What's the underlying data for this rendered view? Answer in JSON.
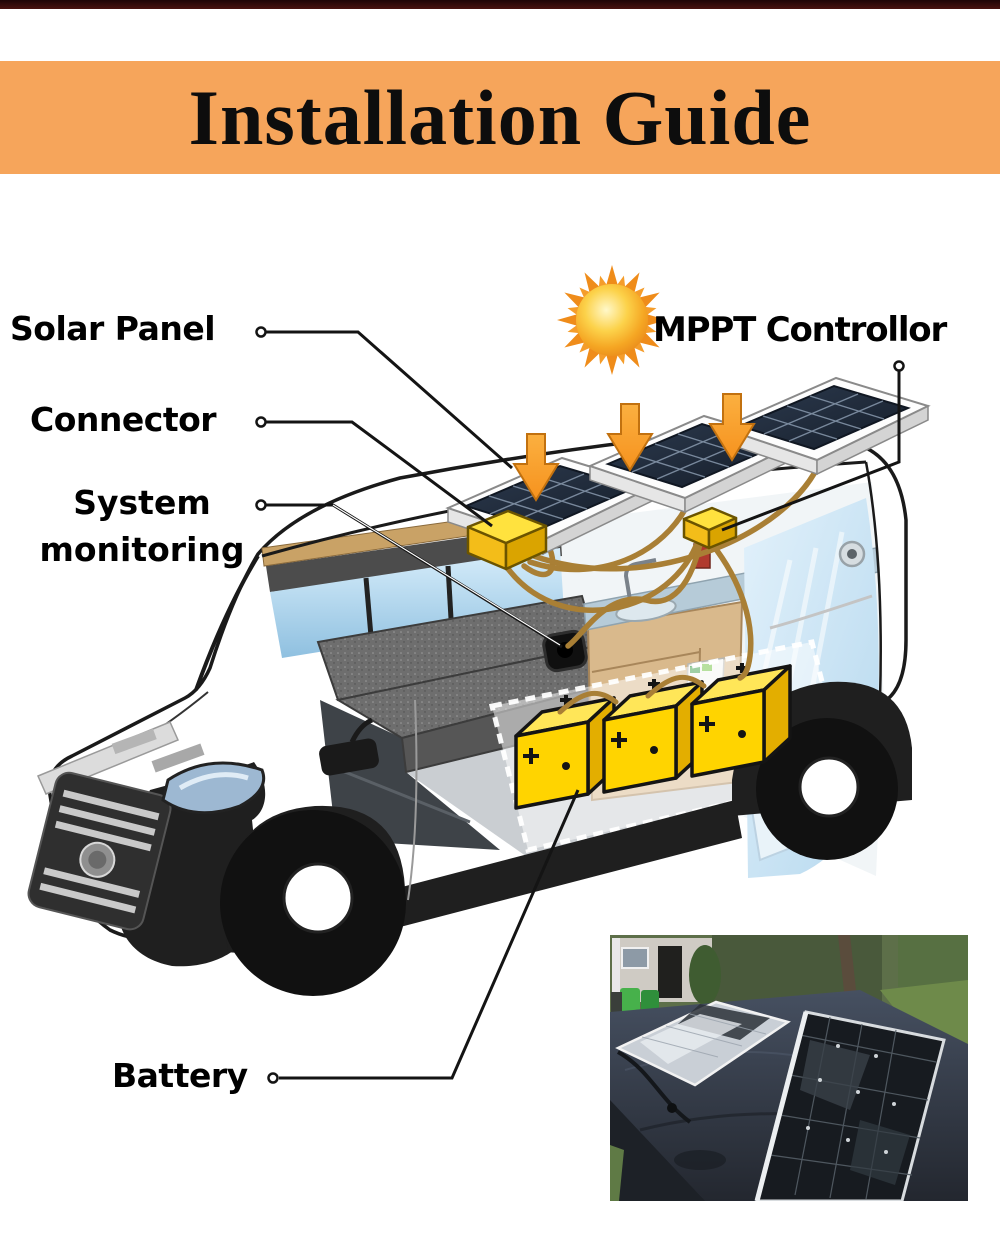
{
  "header": {
    "top_bar_color": "#2b0709",
    "banner": {
      "label": "Installation Guide",
      "bg_color": "#f6a55b",
      "text_color": "#0d0d0d"
    }
  },
  "labels": {
    "solar_panel": "Solar Panel",
    "connector": "Connector",
    "system_monitoring": {
      "line1": "System",
      "line2": "monitoring"
    },
    "mppt_controller": "MPPT Controllor",
    "battery": "Battery"
  },
  "diagram": {
    "solar_panel_count": 3,
    "battery_count": 3,
    "icons": [
      "sun-icon",
      "down-arrow-icon"
    ],
    "colors": {
      "banner_orange": "#f6a55b",
      "arrow_orange": "#f6921e",
      "wire_tan": "#a97f35",
      "battery_yellow": "#ffd400",
      "connector_yellow": "#ffe23e",
      "solar_cell_blue": "#232f3f",
      "shower_blue": "#cfe6f5",
      "leader_line_black": "#141414"
    }
  }
}
